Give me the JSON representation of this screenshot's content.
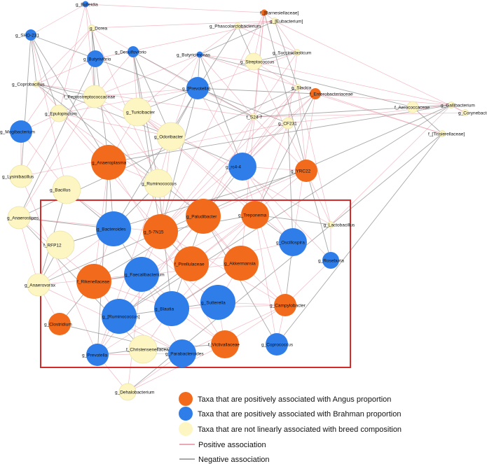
{
  "colors": {
    "angus": "#f26a1b",
    "brahman": "#2f7de9",
    "neutral": "#fdf6c3",
    "neutral_stroke": "#eae3a8",
    "positive_edge": "#e88a9c",
    "negative_edge": "#8c8c8c",
    "highlight_box": "#d42a2a"
  },
  "nodes": [
    {
      "id": "Bulleidia",
      "label": "g_Bulleidia",
      "group": "brahman",
      "size": 1
    },
    {
      "id": "Barnesiellaceae",
      "label": "f_[Barnesiellaceae]",
      "group": "angus",
      "size": 1
    },
    {
      "id": "Eubacterium",
      "label": "g_[Eubacterium]",
      "group": "neutral",
      "size": 1
    },
    {
      "id": "Dorea",
      "label": "g_Dorea",
      "group": "neutral",
      "size": 1
    },
    {
      "id": "Phascolarctobacterium",
      "label": "g_Phascolarctobacterium",
      "group": "neutral",
      "size": 1
    },
    {
      "id": "SHD231",
      "label": "g_SHD-231",
      "group": "brahman",
      "size": 2
    },
    {
      "id": "Desulfovibrio",
      "label": "g_Desulfovibrio",
      "group": "brahman",
      "size": 2
    },
    {
      "id": "Butyricimonas",
      "label": "g_Butyricimonas",
      "group": "brahman",
      "size": 1
    },
    {
      "id": "Succiniclasticum",
      "label": "g_Succiniclasticum",
      "group": "neutral",
      "size": 1
    },
    {
      "id": "Butyrivibrio",
      "label": "g_Butyrivibrio",
      "group": "brahman",
      "size": 3
    },
    {
      "id": "Streptococcus",
      "label": "g_Streptococcus",
      "group": "neutral",
      "size": 3
    },
    {
      "id": "Coprobacillus",
      "label": "g_Coprobacillus",
      "group": "neutral",
      "size": 1
    },
    {
      "id": "Prevotella_b",
      "label": "g_[Prevotella]",
      "group": "brahman",
      "size": 4
    },
    {
      "id": "Slackia",
      "label": "g_Slackia",
      "group": "neutral",
      "size": 1
    },
    {
      "id": "Enterobacteriaceae",
      "label": "f_Enterobacteriaceae",
      "group": "angus",
      "size": 2
    },
    {
      "id": "Peptostreptococcaceae",
      "label": "f_Peptostreptococcaceae",
      "group": "neutral",
      "size": 4
    },
    {
      "id": "Gallibacterium",
      "label": "g_Gallibacterium",
      "group": "neutral",
      "size": 1
    },
    {
      "id": "Aerococcaceae",
      "label": "f_Aerococcaceae",
      "group": "neutral",
      "size": 2
    },
    {
      "id": "Corynebacterium",
      "label": "g_Corynebacterium",
      "group": "neutral",
      "size": 1
    },
    {
      "id": "Epulopiscium",
      "label": "g_Epulopiscium",
      "group": "neutral",
      "size": 3
    },
    {
      "id": "Turicibacter",
      "label": "g_Turicibacter",
      "group": "neutral",
      "size": 5
    },
    {
      "id": "S247",
      "label": "f_S24-7",
      "group": "neutral",
      "size": 1
    },
    {
      "id": "Mogibacterium",
      "label": "g_Mogibacterium",
      "group": "brahman",
      "size": 4
    },
    {
      "id": "CF231",
      "label": "g_CF231",
      "group": "neutral",
      "size": 2
    },
    {
      "id": "Tissierellaceae",
      "label": "f_[Tissierellaceae]",
      "group": "neutral",
      "size": 1
    },
    {
      "id": "Odoribacter",
      "label": "g_Odoribacter",
      "group": "neutral",
      "size": 5
    },
    {
      "id": "Anaeroplasma",
      "label": "g_Anaeroplasma",
      "group": "angus",
      "size": 6
    },
    {
      "id": "rc44",
      "label": "g_rc4-4",
      "group": "brahman",
      "size": 5
    },
    {
      "id": "YRC22",
      "label": "g_YRC22",
      "group": "angus",
      "size": 4
    },
    {
      "id": "Lysinibacillus",
      "label": "g_Lysinibacillus",
      "group": "neutral",
      "size": 4
    },
    {
      "id": "Ruminococcus",
      "label": "g_Ruminococcus",
      "group": "neutral",
      "size": 5
    },
    {
      "id": "Bacillus",
      "label": "g_Bacillus",
      "group": "neutral",
      "size": 5
    },
    {
      "id": "Anaerostipes",
      "label": "g_Anaerostipes",
      "group": "neutral",
      "size": 4
    },
    {
      "id": "Paludibacter",
      "label": "g_Paludibacter",
      "group": "angus",
      "size": 6
    },
    {
      "id": "Treponema",
      "label": "g_Treponema",
      "group": "angus",
      "size": 5
    },
    {
      "id": "Lactobacillus",
      "label": "g_Lactobacillus",
      "group": "neutral",
      "size": 1
    },
    {
      "id": "Bacteroides",
      "label": "g_Bacteroides",
      "group": "brahman",
      "size": 6
    },
    {
      "id": "5_7N15",
      "label": "g_5-7N15",
      "group": "angus",
      "size": 6
    },
    {
      "id": "RFP12",
      "label": "f_RFP12",
      "group": "neutral",
      "size": 5
    },
    {
      "id": "Oscillospira",
      "label": "g_Oscillospira",
      "group": "brahman",
      "size": 5
    },
    {
      "id": "Roseburia",
      "label": "g_Roseburia",
      "group": "brahman",
      "size": 3
    },
    {
      "id": "Pirellulaceae",
      "label": "f_Pirellulaceae",
      "group": "angus",
      "size": 6
    },
    {
      "id": "Akkermansia",
      "label": "g_Akkermansia",
      "group": "angus",
      "size": 6
    },
    {
      "id": "Rikenellaceae",
      "label": "f_Rikenellaceae",
      "group": "angus",
      "size": 6
    },
    {
      "id": "Faecalibacterium",
      "label": "g_Faecalibacterium",
      "group": "brahman",
      "size": 6
    },
    {
      "id": "Anaerovorax",
      "label": "g_Anaerovorax",
      "group": "neutral",
      "size": 4
    },
    {
      "id": "Sutterella",
      "label": "g_Sutterella",
      "group": "brahman",
      "size": 6
    },
    {
      "id": "Campylobacter",
      "label": "g_Campylobacter",
      "group": "angus",
      "size": 4
    },
    {
      "id": "Blautia",
      "label": "g_Blautia",
      "group": "brahman",
      "size": 6
    },
    {
      "id": "Ruminococcus_b",
      "label": "g_[Ruminococcus]",
      "group": "brahman",
      "size": 6
    },
    {
      "id": "Clostridium",
      "label": "g_Clostridium",
      "group": "angus",
      "size": 4
    },
    {
      "id": "Christensenellaceae",
      "label": "f_Christensenellaceae",
      "group": "neutral",
      "size": 5
    },
    {
      "id": "Victivallaceae",
      "label": "f_Victivallaceae",
      "group": "angus",
      "size": 5
    },
    {
      "id": "Coprococcus",
      "label": "g_Coprococcus",
      "group": "brahman",
      "size": 4
    },
    {
      "id": "Prevotella",
      "label": "g_Prevotella",
      "group": "brahman",
      "size": 4
    },
    {
      "id": "Parabacteroides",
      "label": "g_Parabacteroides",
      "group": "brahman",
      "size": 5
    },
    {
      "id": "Dehalobacterium",
      "label": "g_Dehalobacterium",
      "group": "neutral",
      "size": 3
    }
  ],
  "legend": [
    {
      "kind": "node",
      "group": "angus",
      "label": "Taxa that are positively associated with Angus proportion"
    },
    {
      "kind": "node",
      "group": "brahman",
      "label": "Taxa that are positively associated with Brahman proportion"
    },
    {
      "kind": "node",
      "group": "neutral",
      "label": "Taxa that are not linearly associated with breed composition"
    },
    {
      "kind": "edge",
      "group": "positive_edge",
      "label": "Positive association"
    },
    {
      "kind": "edge",
      "group": "negative_edge",
      "label": "Negative association"
    }
  ]
}
